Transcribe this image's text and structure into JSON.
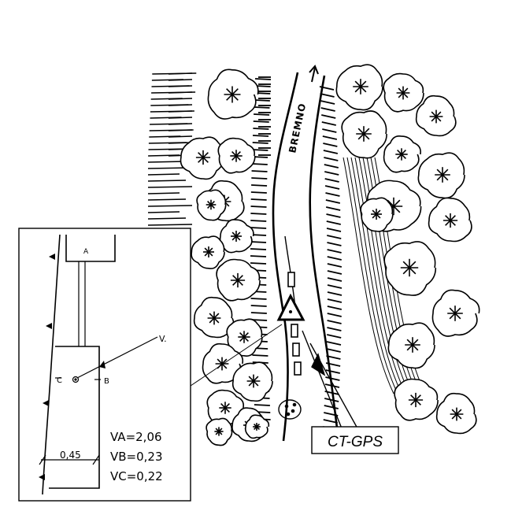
{
  "river": {
    "name": "BREMNO"
  },
  "callout": {
    "label": "CT-GPS"
  },
  "inset": {
    "point_a": "A",
    "point_b": "B",
    "point_c": "C",
    "point_v": "V.",
    "width": "0,45",
    "readings": [
      "VA=2,06",
      "VB=0,23",
      "VC=0,22"
    ]
  }
}
